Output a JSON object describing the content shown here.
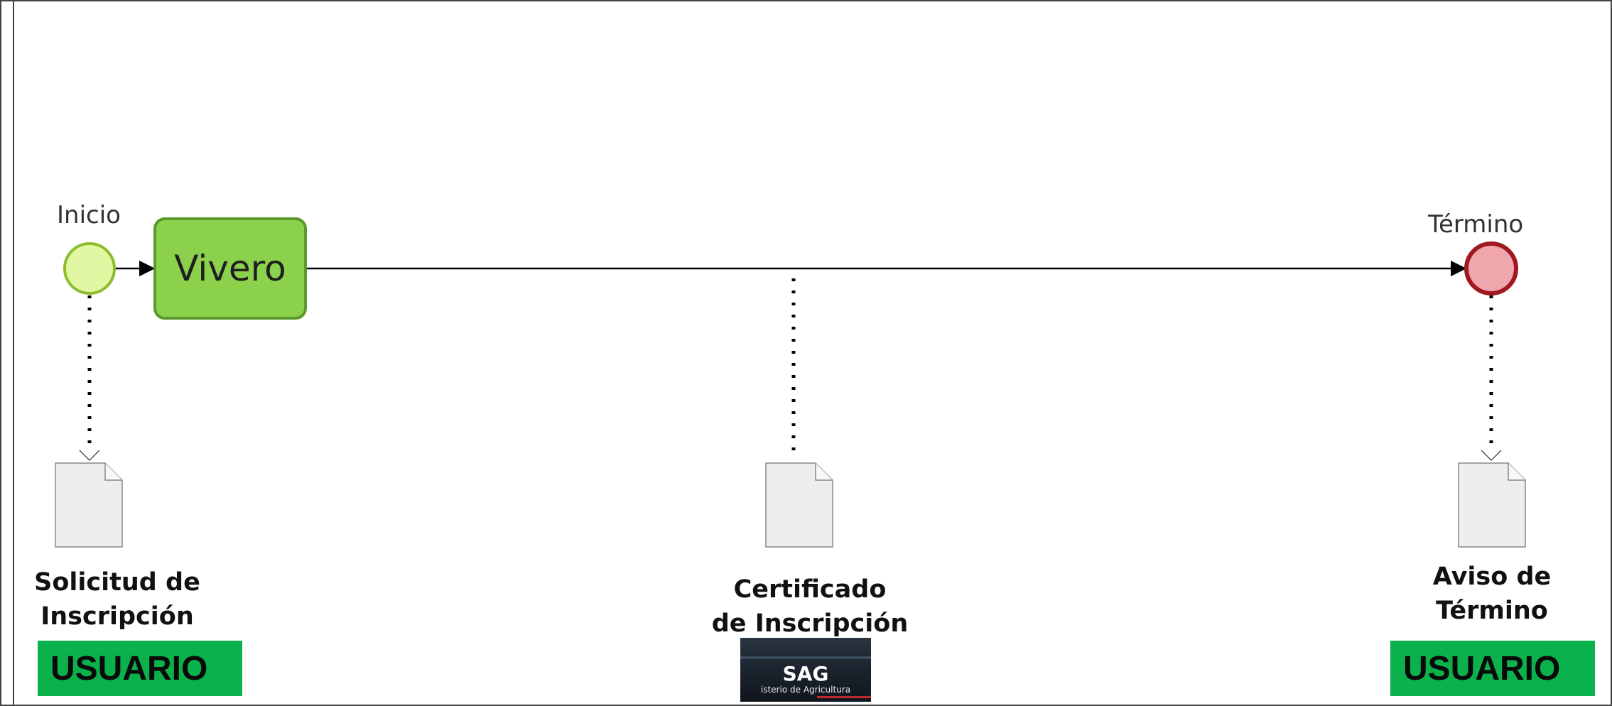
{
  "diagram": {
    "start_event": {
      "label": "Inicio",
      "fill": "#e2f7a4",
      "stroke": "#8fbc2c"
    },
    "task": {
      "label": "Vivero",
      "fill": "#8cd14b",
      "stroke": "#5a9a2a"
    },
    "end_event": {
      "label": "Término",
      "fill": "#f0a6ad",
      "stroke": "#a01820"
    },
    "documents": [
      {
        "label_line1": "Solicitud de",
        "label_line2": "Inscripción"
      },
      {
        "label_line1": "Certificado",
        "label_line2": "de Inscripción"
      },
      {
        "label_line1": "Aviso de",
        "label_line2": "Término"
      }
    ],
    "roles": {
      "left": "USUARIO",
      "right": "USUARIO"
    },
    "logo": {
      "text": "SAG",
      "subtitle": "isterio de Agricultura"
    }
  }
}
